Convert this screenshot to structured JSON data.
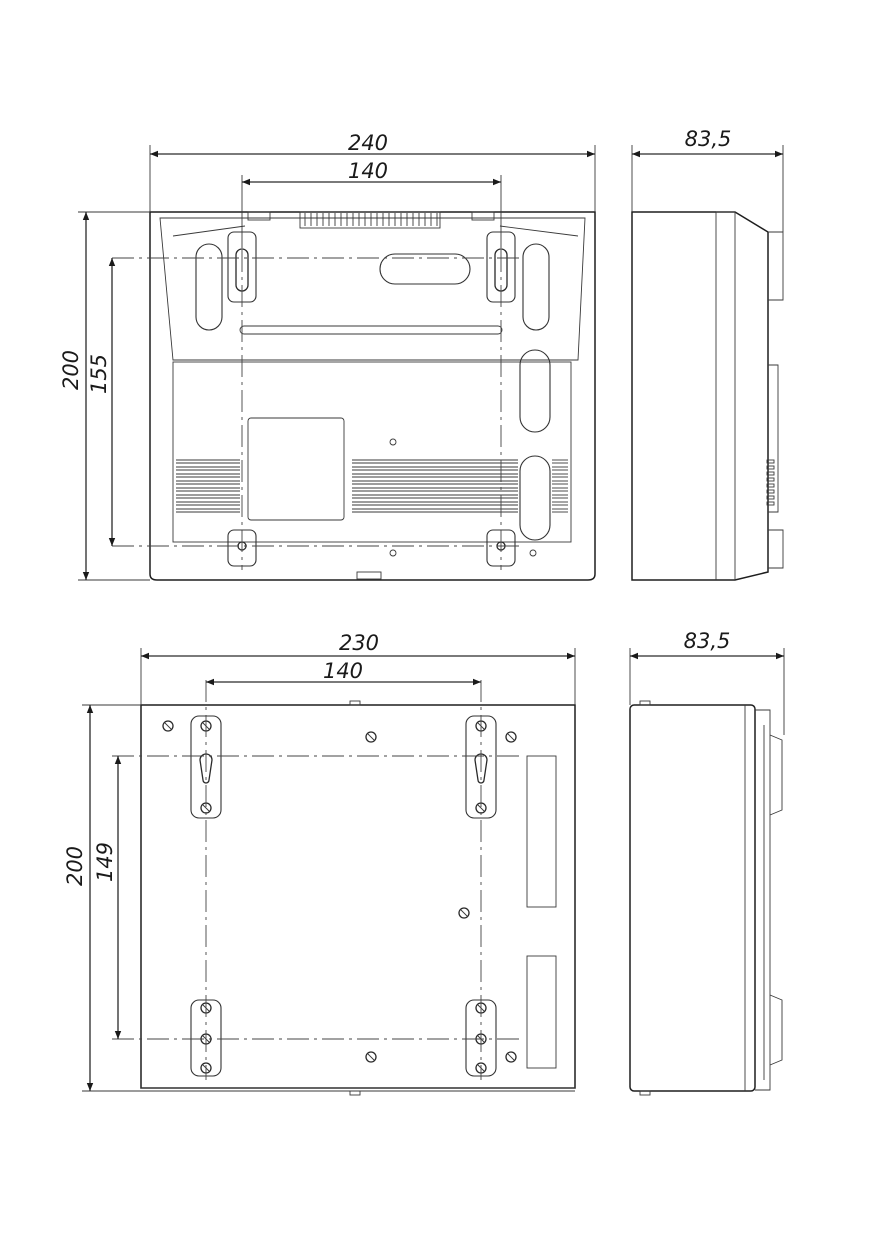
{
  "view_top_front": {
    "width_label": "240",
    "mount_spacing_label": "140",
    "height_label": "200",
    "mount_height_label": "155"
  },
  "view_top_side": {
    "depth_label": "83,5"
  },
  "view_bottom_front": {
    "width_label": "230",
    "mount_spacing_label": "140",
    "height_label": "200",
    "mount_height_label": "149"
  },
  "view_bottom_side": {
    "depth_label": "83,5"
  }
}
